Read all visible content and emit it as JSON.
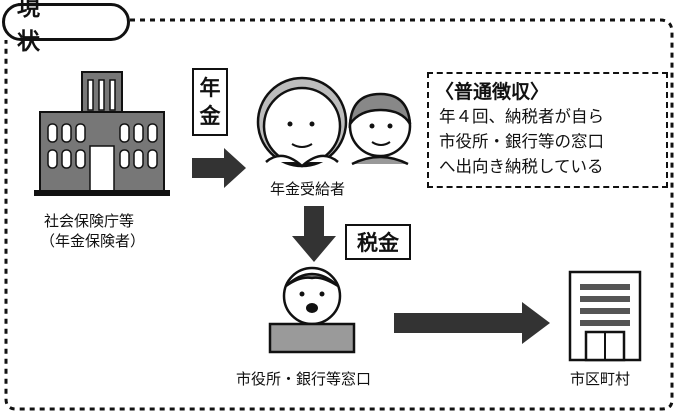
{
  "title": "現　状",
  "tags": {
    "pension": "年\n金",
    "tax": "税金"
  },
  "labels": {
    "agency_line1": "社会保険庁等",
    "agency_line2": "（年金保険者）",
    "recipients": "年金受給者",
    "counter": "市役所・銀行等窓口",
    "municipality": "市区町村"
  },
  "method": {
    "title": "〈普通徴収〉",
    "lines": [
      "年４回、納税者が自ら",
      "市役所・銀行等の窓口",
      "へ出向き納税している"
    ]
  }
}
